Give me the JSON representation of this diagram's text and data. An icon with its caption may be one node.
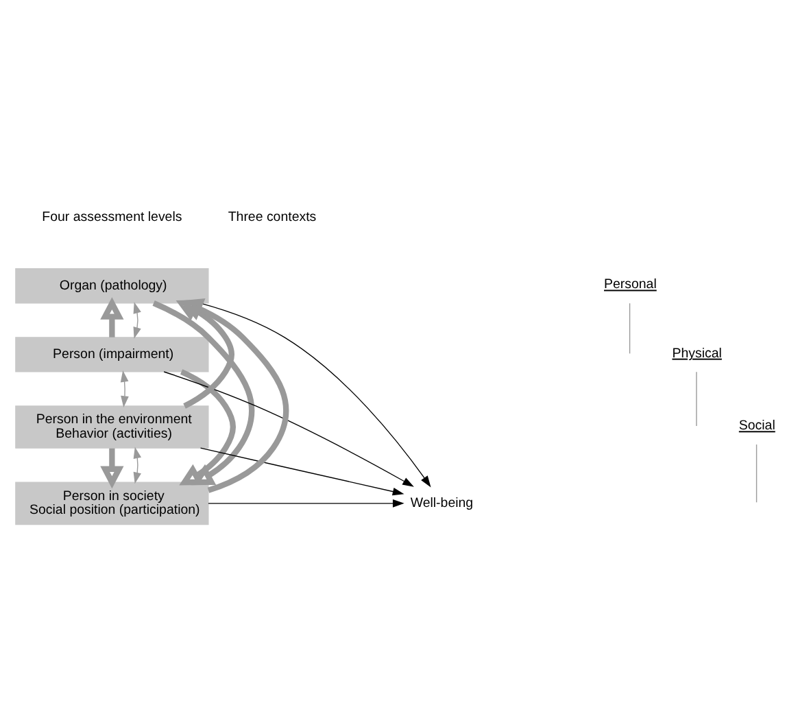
{
  "diagram": {
    "nodes": [
      {
        "text": [
          "Organ (pathology)"
        ]
      },
      {
        "text": [
          "Person (impairment)"
        ]
      },
      {
        "text": [
          "Person in the environment",
          "Behavior (activities)"
        ]
      },
      {
        "text": [
          "Person in society",
          "Social position (participation)"
        ]
      },
      {
        "text": [
          "Personal"
        ]
      },
      {
        "text": [
          "Physical"
        ]
      },
      {
        "text": [
          "Social"
        ]
      },
      {
        "text": [
          "Well-being"
        ]
      }
    ],
    "edges": [
      {
        "from": 0,
        "to": 3,
        "arrow": "to",
        "style": "thick",
        "color": "#999999"
      },
      {
        "from": 1,
        "to": 0,
        "arrow": "to",
        "style": "thick",
        "color": "#999999"
      },
      {
        "from": 1,
        "to": 3,
        "arrow": "to",
        "style": "thick",
        "color": "#999999"
      },
      {
        "from": 2,
        "to": 0,
        "arrow": "to",
        "style": "thick",
        "color": "#999999"
      },
      {
        "from": 2,
        "to": 3,
        "arrow": "to",
        "style": "thick",
        "color": "#999999"
      },
      {
        "from": 3,
        "to": 0,
        "arrow": "to",
        "style": "thick",
        "color": "#999999"
      },
      {
        "from": 0,
        "to": 1,
        "arrow": "both",
        "color": "#999999"
      },
      {
        "from": 1,
        "to": 2,
        "arrow": "both",
        "color": "#999999"
      },
      {
        "from": 2,
        "to": 3,
        "arrow": "both",
        "color": "#999999"
      },
      {
        "from": 4,
        "to": null,
        "arrow": "none",
        "color": "#999999"
      },
      {
        "from": 5,
        "to": null,
        "arrow": "none",
        "color": "#999999"
      },
      {
        "from": 6,
        "to": null,
        "arrow": "none",
        "color": "#999999"
      },
      {
        "from": 0,
        "to": 7,
        "arrow": "to",
        "color": "#000000"
      },
      {
        "from": 1,
        "to": 7,
        "arrow": "to",
        "color": "#000000"
      },
      {
        "from": 2,
        "to": 7,
        "arrow": "to",
        "color": "#000000"
      },
      {
        "from": 3,
        "to": 7,
        "arrow": "to",
        "color": "#000000"
      }
    ],
    "labels": [
      "Four assessment levels",
      "Three contexts"
    ]
  }
}
